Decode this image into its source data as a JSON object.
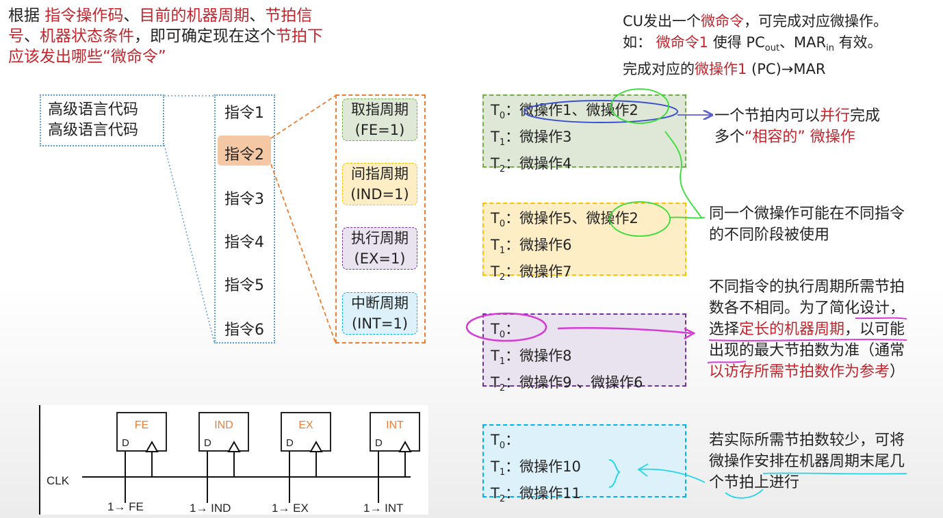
{
  "top_left": {
    "p1": "根据 ",
    "r1": "指令操作码",
    "p2": "、",
    "r2": "目前的机器周期",
    "p3": "、",
    "r3": "节拍信号",
    "p4": "、",
    "r4": "机器状态条件",
    "p5": "，即可确定现在这个",
    "r5": "节拍下应该发出哪些“微命令”"
  },
  "top_right": {
    "l1a": "CU发出一个",
    "l1r": "微命令",
    "l1b": "，可完成对应微操作。",
    "l2a": "如： ",
    "l2r": "微命令1",
    "l2b": " 使得 PC",
    "l2sub1": "out",
    "l2c": "、MAR",
    "l2sub2": "in",
    "l2d": " 有效。",
    "l3a": "完成对应的",
    "l3r": "微操作1",
    "l3b": " (PC)→MAR"
  },
  "high_level": [
    "高级语言代码",
    "高级语言代码"
  ],
  "instructions": [
    "指令1",
    "指令2",
    "指令3",
    "指令4",
    "指令5",
    "指令6"
  ],
  "phases": [
    {
      "name": "取指周期",
      "flag": "(FE=1)"
    },
    {
      "name": "间指周期",
      "flag": "(IND=1)"
    },
    {
      "name": "执行周期",
      "flag": "(EX=1)"
    },
    {
      "name": "中断周期",
      "flag": "(INT=1)"
    }
  ],
  "colors": {
    "green": "#70ad47",
    "green_bg": "#dfe8d6",
    "yellow": "#ffc000",
    "yellow_bg": "#fdeec6",
    "purple": "#7030a0",
    "purple_bg": "#e9e2ef",
    "cyan": "#00b0f0",
    "cyan_bg": "#dcf1fa",
    "orange": "#ed7d31",
    "blue": "#5b9bd5"
  },
  "timing_boxes": [
    {
      "rows": [
        {
          "t": "T",
          "n": "0",
          "v": "：微操作1、微操作2"
        },
        {
          "t": "T",
          "n": "1",
          "v": "：微操作3"
        },
        {
          "t": "T",
          "n": "2",
          "v": "：微操作4"
        }
      ]
    },
    {
      "rows": [
        {
          "t": "T",
          "n": "0",
          "v": "：微操作5、微操作2"
        },
        {
          "t": "T",
          "n": "1",
          "v": "：微操作6"
        },
        {
          "t": "T",
          "n": "2",
          "v": "：微操作7"
        }
      ]
    },
    {
      "rows": [
        {
          "t": "T",
          "n": "0",
          "v": "："
        },
        {
          "t": "T",
          "n": "1",
          "v": "：微操作8"
        },
        {
          "t": "T",
          "n": "2",
          "v": "：微操作9 、微操作6"
        }
      ]
    },
    {
      "rows": [
        {
          "t": "T",
          "n": "0",
          "v": "："
        },
        {
          "t": "T",
          "n": "1",
          "v": "：微操作10"
        },
        {
          "t": "T",
          "n": "2",
          "v": "：微操作11"
        }
      ]
    }
  ],
  "notes": {
    "n1a": "一个节拍内可以",
    "n1r": "并行",
    "n1b": "完成",
    "n1c": "多个",
    "n1r2": "“相容的” 微操作",
    "n2": "同一个微操作可能在不同指令的不同阶段被使用",
    "n3a": "不同指令的执行周期所需节拍数各不相同。为了简化设计，选择",
    "n3r": "定长的机器周期",
    "n3b": "，以可能出现的最大节拍数为准（通常",
    "n3r2": "以访存所需节拍数作为参考",
    "n3c": "）",
    "n4": "若实际所需节拍数较少，可将微操作安排在机器周期末尾几个节拍上进行"
  },
  "circuit": {
    "clk": "CLK",
    "d": "D",
    "flipflops": [
      "FE",
      "IND",
      "EX",
      "INT"
    ],
    "inputs": [
      "1→ FE",
      "1→ IND",
      "1→ EX",
      "1→ INT"
    ]
  }
}
